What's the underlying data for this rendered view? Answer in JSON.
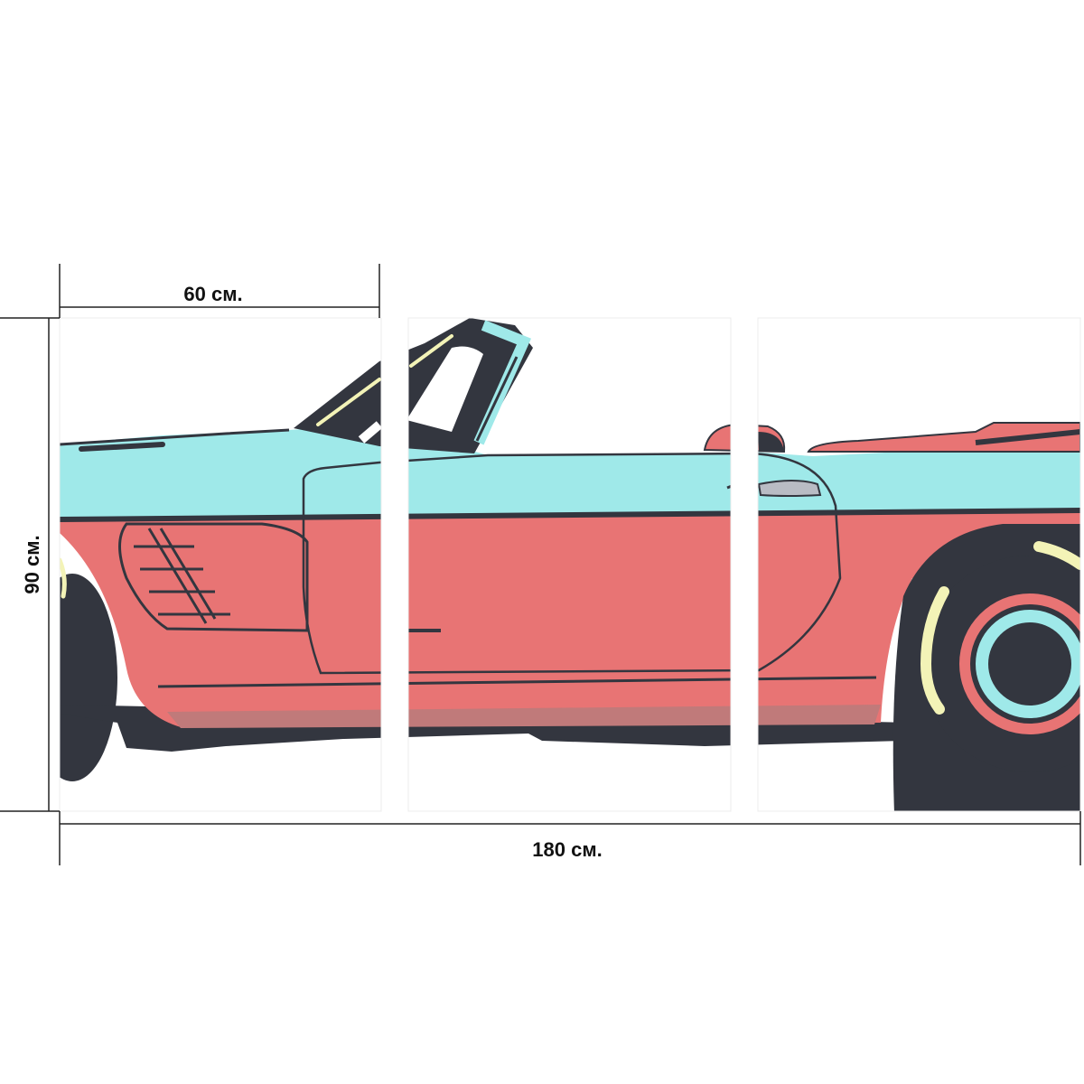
{
  "dimensions": {
    "panel_width_label": "60 см.",
    "height_label": "90 см.",
    "total_width_label": "180 см."
  },
  "panels": [
    {
      "id": "left"
    },
    {
      "id": "middle"
    },
    {
      "id": "right"
    }
  ],
  "colors": {
    "body_red": "#e87474",
    "body_cyan": "#9fe9e9",
    "tire_dark": "#33363f",
    "accent_cream": "#f3f3b7",
    "rocker_shade": "#c07a7a",
    "gap_white": "#ffffff"
  }
}
